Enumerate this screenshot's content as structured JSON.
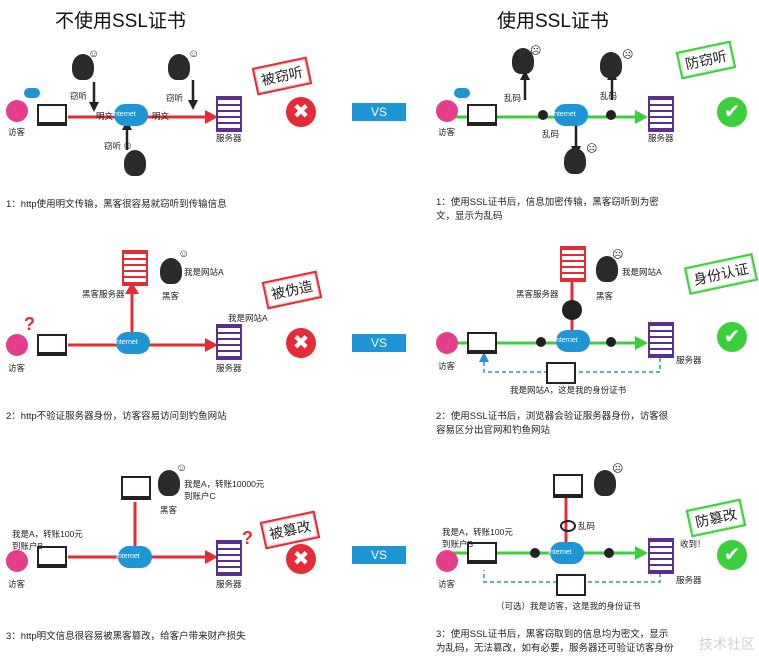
{
  "headings": {
    "left": "不使用SSL证书",
    "right": "使用SSL证书"
  },
  "vs_label": "VS",
  "common": {
    "visitor": "访客",
    "server": "服务器",
    "internet": "Internet",
    "hacker": "黑客",
    "hacker_server": "黑客服务器"
  },
  "row1": {
    "left": {
      "stamp": "被窃听",
      "eavesdrop": "窃听",
      "plain": "明文",
      "caption": "1：http使用明文传输，黑客很容易就窃听到传输信息"
    },
    "right": {
      "stamp": "防窃听",
      "garbled": "乱码",
      "caption_line1": "1：使用SSL证书后，信息加密传输，黑客窃听到为密",
      "caption_line2": "文，显示为乱码"
    }
  },
  "row2": {
    "left": {
      "stamp": "被伪造",
      "fake_site": "我是网站A",
      "site_label": "我是网站A",
      "caption": "2：http不验证服务器身份，访客容易访问到钓鱼网站"
    },
    "right": {
      "stamp": "身份认证",
      "fake_site": "我是网站A",
      "cert_note": "我是网站A，这是我的身份证书",
      "caption_line1": "2：使用SSL证书后，浏览器会验证服务器身份，访客很",
      "caption_line2": "容易区分出官网和钓鱼网站"
    }
  },
  "row3": {
    "left": {
      "stamp": "被篡改",
      "visitor_msg_line1": "我是A，转账100元",
      "visitor_msg_line2": "到账户B",
      "hacker_msg_line1": "我是A，转账10000元",
      "hacker_msg_line2": "到账户C",
      "caption": "3：http明文信息很容易被黑客篡改，给客户带来财产损失"
    },
    "right": {
      "stamp": "防篡改",
      "visitor_msg_line1": "我是A，转账100元",
      "visitor_msg_line2": "到账户B",
      "garbled": "乱码",
      "received": "收到！",
      "cert_note": "（可选）我是访客，这是我的身份证书",
      "caption_line1": "3：使用SSL证书后，黑客窃取到的信息均为密文，显示",
      "caption_line2": "为乱码，无法篡改，如有必要，服务器还可验证访客身份"
    }
  },
  "watermark": "技术社区",
  "colors": {
    "red": "#e52b35",
    "green": "#3ccf3c",
    "blue": "#1e96d6",
    "purple": "#5a2f8e",
    "visitor": "#e33d8c",
    "hacker": "#2b2b2b"
  }
}
